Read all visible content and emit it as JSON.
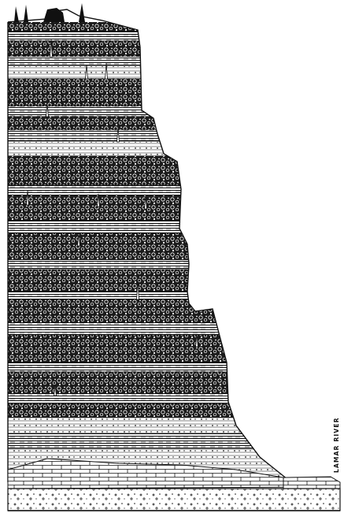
{
  "figure": {
    "labels": {
      "river": "LAMAR RIVER"
    },
    "colors": {
      "ink": "#111111",
      "paper": "#ffffff"
    },
    "strata_pattern": [
      "lava-flow",
      "fossil-forest",
      "lava-flow",
      "fossil-forest"
    ],
    "icons": [
      "upright-tree-trunk-icon",
      "brick-bedrock-pattern",
      "gravel-pattern"
    ]
  }
}
